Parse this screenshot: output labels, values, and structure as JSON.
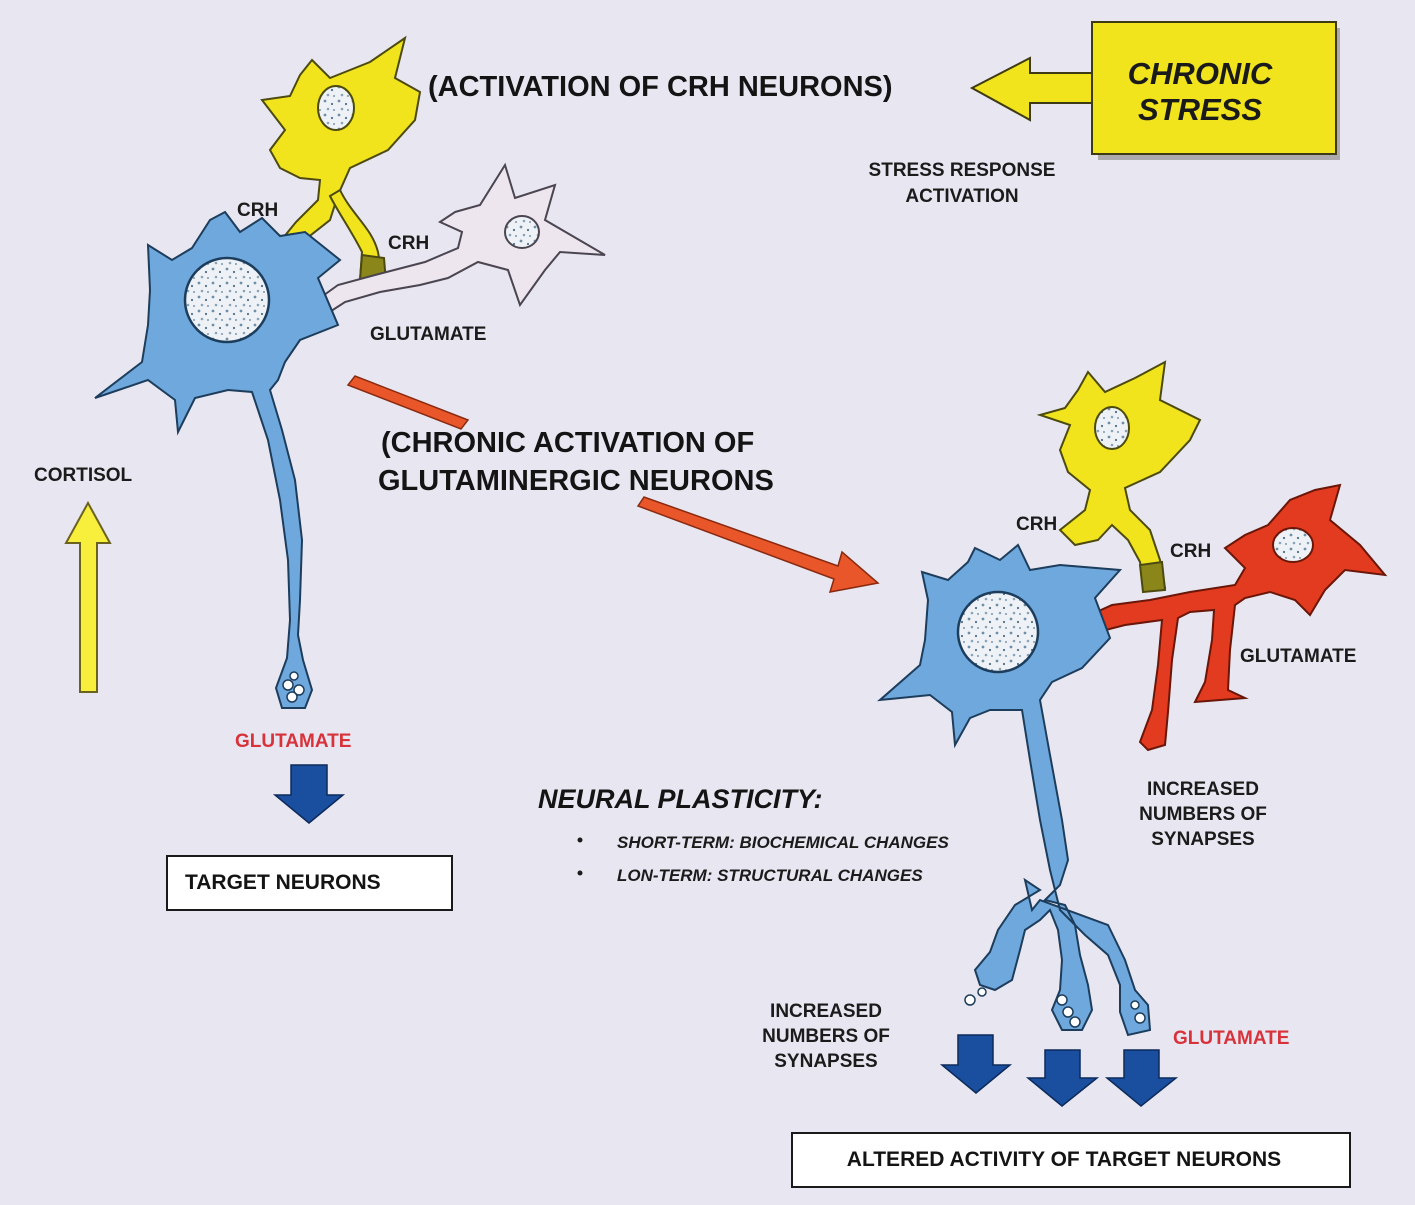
{
  "colors": {
    "background": "#e8e7f1",
    "blue_neuron": "#6fa8dc",
    "yellow_neuron": "#f1e41c",
    "white_neuron": "#ede6ee",
    "red_neuron": "#e23b1f",
    "orange_arrow": "#e8562a",
    "blue_arrow": "#1a4fa0",
    "glutamate_red_text": "#d8323a"
  },
  "header": {
    "activation_label": "(ACTIVATION OF CRH NEURONS)",
    "stress_box_line1": "CHRONIC",
    "stress_box_line2": "STRESS",
    "stress_response_line1": "STRESS RESPONSE",
    "stress_response_line2": "ACTIVATION"
  },
  "left": {
    "crh_label_1": "CRH",
    "crh_label_2": "CRH",
    "glutamate_label": "GLUTAMATE",
    "cortisol_label": "CORTISOL",
    "glutamate_output_label": "GLUTAMATE",
    "target_box": "TARGET NEURONS"
  },
  "middle": {
    "chronic_line1": "(CHRONIC ACTIVATION OF",
    "chronic_line2": "GLUTAMINERGIC NEURONS"
  },
  "right": {
    "crh_label_1": "CRH",
    "crh_label_2": "CRH",
    "glutamate_label": "GLUTAMATE",
    "synapses_label_line1": "INCREASED",
    "synapses_label_line2": "NUMBERS OF",
    "synapses_label_line3": "SYNAPSES",
    "lower_synapses_line1": "INCREASED",
    "lower_synapses_line2": "NUMBERS OF",
    "lower_synapses_line3": "SYNAPSES",
    "glutamate_output_label": "GLUTAMATE",
    "target_box": "ALTERED ACTIVITY OF TARGET NEURONS"
  },
  "plasticity": {
    "title": "NEURAL PLASTICITY:",
    "items": [
      "SHORT-TERM: BIOCHEMICAL CHANGES",
      "LON-TERM: STRUCTURAL CHANGES"
    ]
  },
  "icons": [
    "arrow-left-icon",
    "arrow-up-icon",
    "arrow-down-icon",
    "orange-arrow-icon",
    "neuron-icon"
  ]
}
